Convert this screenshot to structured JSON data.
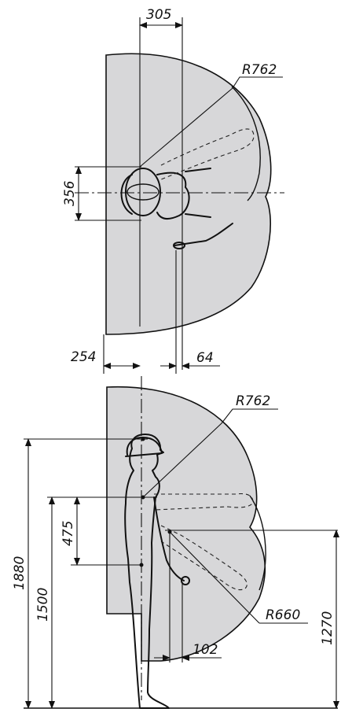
{
  "plan_view": {
    "dim_top": "305",
    "dim_radius": "R762",
    "dim_vertical": "356",
    "dim_left_bottom": "254",
    "dim_right_bottom": "64"
  },
  "side_view": {
    "dim_radius_head": "R762",
    "dim_radius_arm": "R660",
    "dim_shoulder": "475",
    "dim_height_total": "1880",
    "dim_height_eye": "1500",
    "dim_height_elbow": "1270",
    "dim_hand": "102"
  },
  "colors": {
    "zone_fill": "#d7d7d9",
    "stroke": "#111111"
  }
}
